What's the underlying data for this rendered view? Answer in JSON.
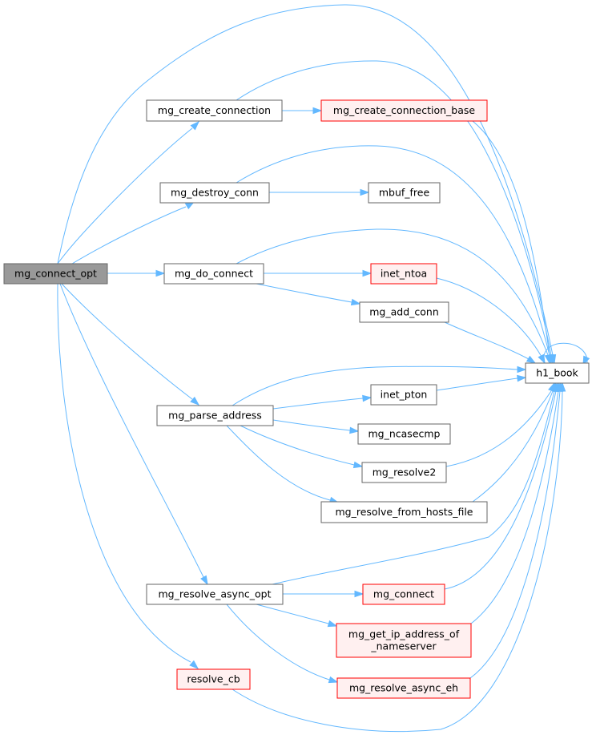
{
  "colors": {
    "root_fill": "#999999",
    "root_border": "#666666",
    "node_fill": "#ffffff",
    "node_border": "#666666",
    "truncated_fill": "#fff0f0",
    "truncated_border": "#ff0000",
    "edge": "#63b8ff"
  },
  "nodes": {
    "mg_connect_opt": "mg_connect_opt",
    "mg_create_connection": "mg_create_connection",
    "mg_create_connection_base": "mg_create_connection_base",
    "mg_destroy_conn": "mg_destroy_conn",
    "mbuf_free": "mbuf_free",
    "mg_do_connect": "mg_do_connect",
    "inet_ntoa": "inet_ntoa",
    "mg_add_conn": "mg_add_conn",
    "h1_book": "h1_book",
    "mg_parse_address": "mg_parse_address",
    "inet_pton": "inet_pton",
    "mg_ncasecmp": "mg_ncasecmp",
    "mg_resolve2": "mg_resolve2",
    "mg_resolve_from_hosts_file": "mg_resolve_from_hosts_file",
    "mg_resolve_async_opt": "mg_resolve_async_opt",
    "mg_connect": "mg_connect",
    "mg_get_ip_address_of_nameserver": [
      "mg_get_ip_address_of",
      "_nameserver"
    ],
    "mg_resolve_async_eh": "mg_resolve_async_eh",
    "resolve_cb": "resolve_cb"
  }
}
